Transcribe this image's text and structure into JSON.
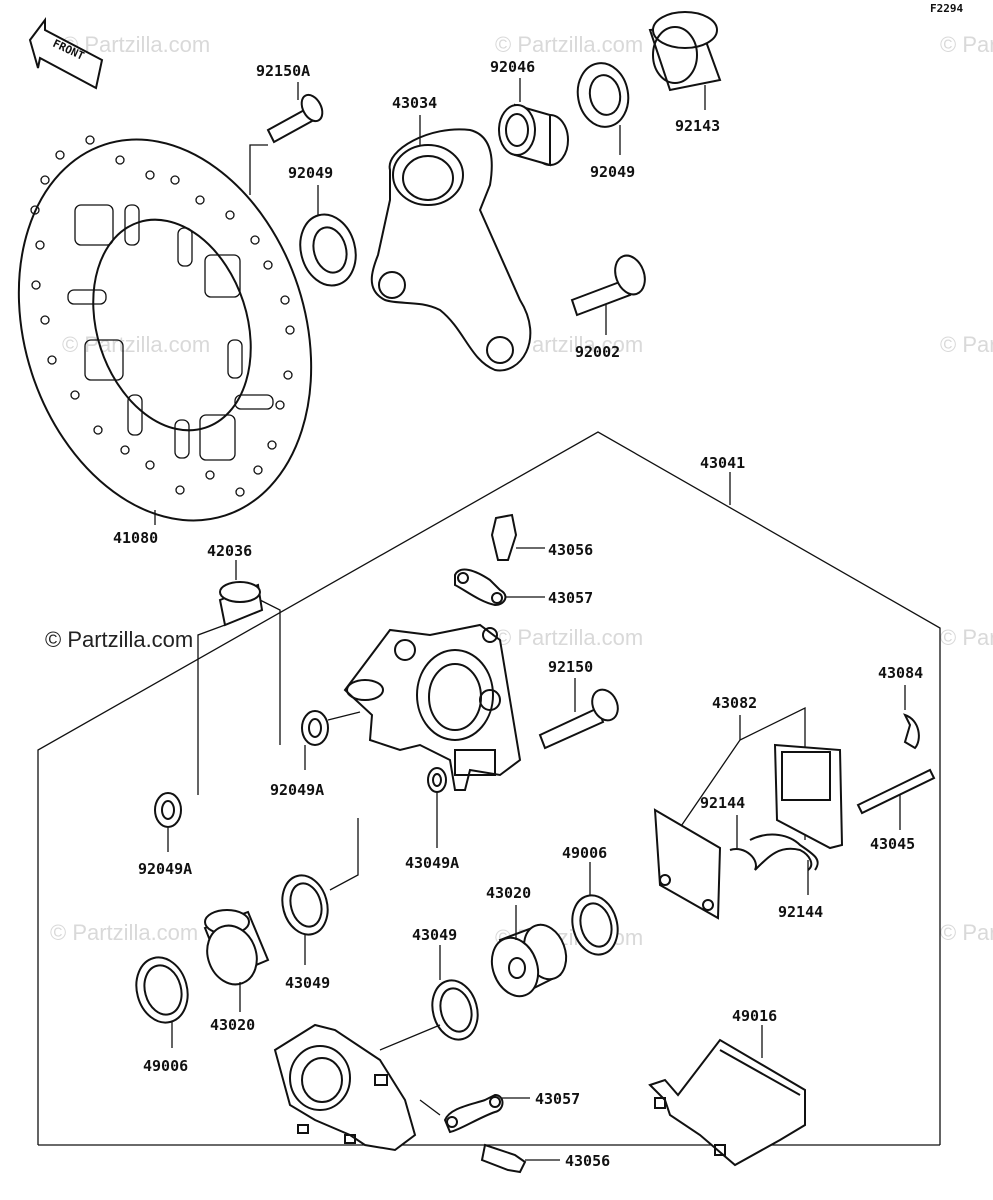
{
  "figure_code": "F2294",
  "front_label": "FRONT",
  "watermark": "© Partzilla.com",
  "watermark_dark": "© Partzilla.com",
  "parts": {
    "p92150A": "92150A",
    "p43034": "43034",
    "p92046": "92046",
    "p92143": "92143",
    "p92049_top": "92049",
    "p92049_left": "92049",
    "p92002": "92002",
    "p41080": "41080",
    "p43041": "43041",
    "p42036": "42036",
    "p43056_top": "43056",
    "p43057_top": "43057",
    "p92150": "92150",
    "p43084": "43084",
    "p43082": "43082",
    "p92049A_mid": "92049A",
    "p92049A_left": "92049A",
    "p43049A": "43049A",
    "p92144_a": "92144",
    "p92144_b": "92144",
    "p43045": "43045",
    "p49006_right": "49006",
    "p43020_mid": "43020",
    "p43049_mid": "43049",
    "p43049_left": "43049",
    "p43020_left": "43020",
    "p49006_left": "49006",
    "p49016": "49016",
    "p43057_bot": "43057",
    "p43056_bot": "43056"
  }
}
